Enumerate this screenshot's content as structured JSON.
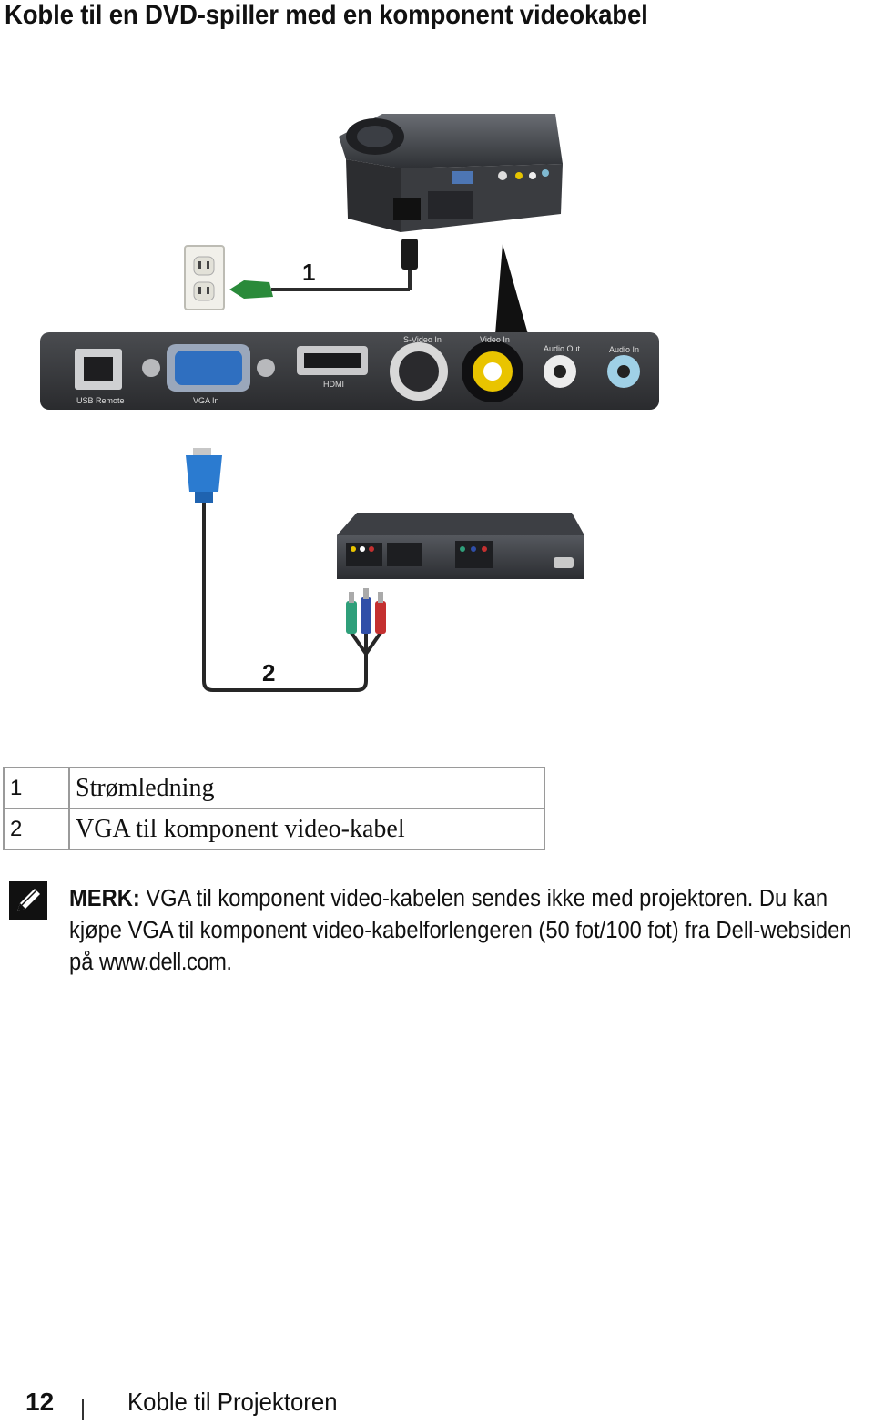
{
  "page": {
    "title": "Koble til en DVD-spiller med en komponent videokabel",
    "footer": {
      "page_number": "12",
      "section": "Koble til Projektoren"
    }
  },
  "diagram": {
    "callouts": [
      "1",
      "2"
    ],
    "ports": {
      "usb_remote": "USB Remote",
      "vga_in": "VGA In",
      "hdmi": "HDMI",
      "s_video_in": "S-Video In",
      "video_in": "Video In",
      "audio_out": "Audio Out",
      "audio_in": "Audio In"
    }
  },
  "parts": [
    {
      "num": "1",
      "label": "Strømledning"
    },
    {
      "num": "2",
      "label": "VGA til komponent video-kabel"
    }
  ],
  "note": {
    "prefix": "MERK:",
    "text": " VGA til komponent video-kabelen sendes ikke med projektoren. Du kan kjøpe VGA til komponent video-kabelforlengeren (50 fot/100 fot) fra Dell-websiden på ",
    "link": "www.dell.com",
    "suffix": "."
  }
}
